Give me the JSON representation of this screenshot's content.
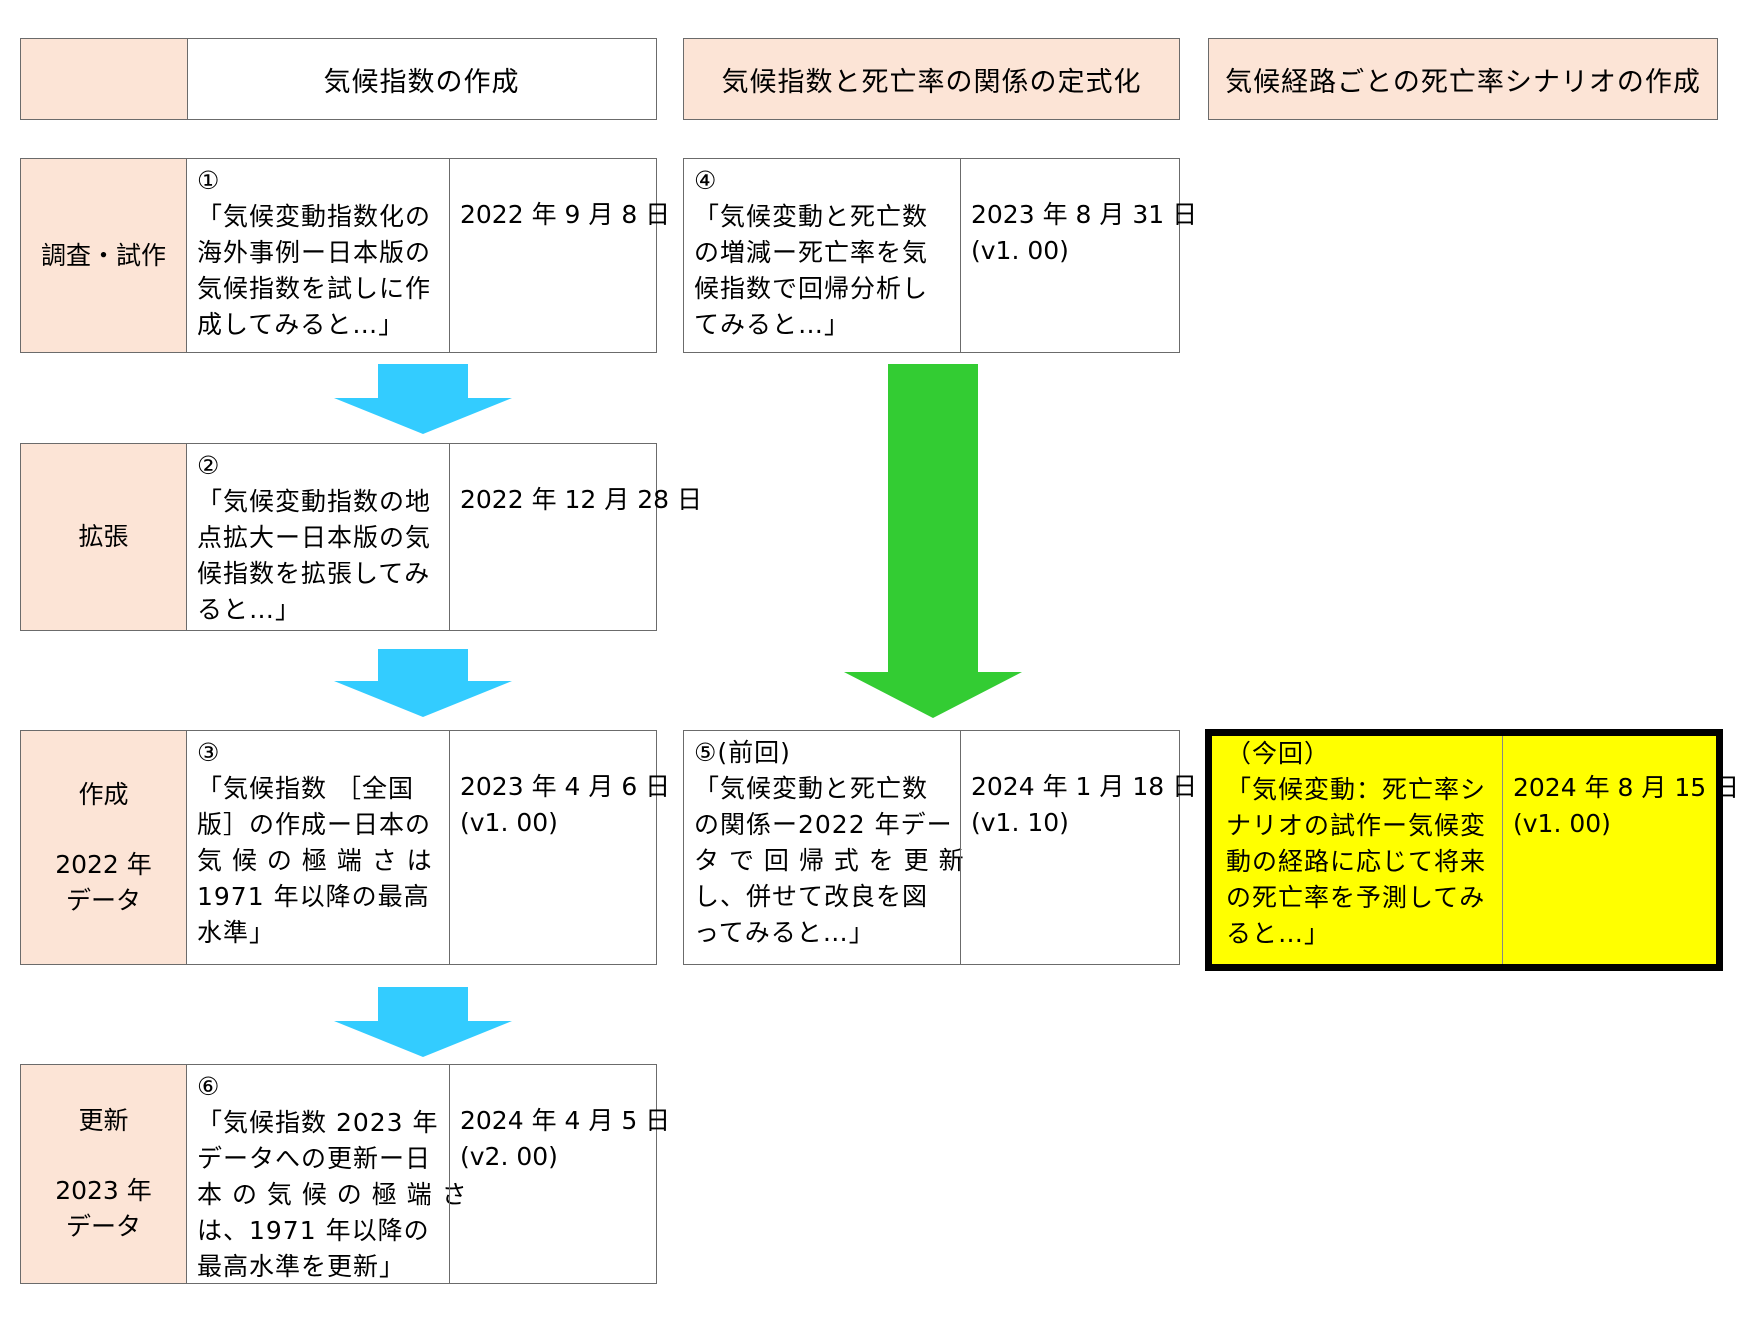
{
  "headers": {
    "col1": "気候指数の作成",
    "col2": "気候指数と死亡率の関係の定式化",
    "col3": "気候経路ごとの死亡率シナリオの作成"
  },
  "stages": {
    "s1": {
      "line1": "調査・試作"
    },
    "s2": {
      "line1": "拡張"
    },
    "s3": {
      "line1": "作成",
      "line2": "2022 年",
      "line3": "データ"
    },
    "s4": {
      "line1": "更新",
      "line2": "2023 年",
      "line3": "データ"
    }
  },
  "items": {
    "i1": {
      "lines": [
        "①",
        "「気候変動指数化の",
        "海外事例ー日本版の",
        "気候指数を試しに作",
        "成してみると…」"
      ],
      "date": "2022 年 9 月 8 日",
      "version": ""
    },
    "i2": {
      "lines": [
        "②",
        "「気候変動指数の地",
        "点拡大ー日本版の気",
        "候指数を拡張してみ",
        "ると…」"
      ],
      "date": "2022 年 12 月 28 日",
      "version": ""
    },
    "i3": {
      "lines": [
        "③",
        "「気候指数 ［全国",
        "版］の作成ー日本の",
        "気 候 の 極 端 さ は",
        "1971 年以降の最高",
        "水準」"
      ],
      "date": "2023 年 4 月 6 日",
      "version": "(v1. 00)"
    },
    "i4": {
      "lines": [
        "④",
        "「気候変動と死亡数",
        "の増減ー死亡率を気",
        "候指数で回帰分析し",
        "てみると…」"
      ],
      "date": "2023 年 8 月 31 日",
      "version": "(v1. 00)"
    },
    "i5": {
      "lines": [
        "⑤(前回)",
        "「気候変動と死亡数",
        "の関係ー2022 年デー",
        "タ で 回 帰 式 を 更 新",
        "し、併せて改良を図",
        "ってみると…」"
      ],
      "date": "2024 年 1 月 18 日",
      "version": "(v1. 10)"
    },
    "i6": {
      "lines": [
        "⑥",
        "「気候指数 2023 年",
        "データへの更新ー日",
        "本 の 気 候 の 極 端 さ",
        "は、1971 年以降の",
        "最高水準を更新」"
      ],
      "date": "2024 年 4 月 5 日",
      "version": "(v2. 00)"
    },
    "i7": {
      "lines": [
        "（今回）",
        "「気候変動：死亡率シ",
        "ナリオの試作ー気候変",
        "動の経路に応じて将来",
        "の死亡率を予測してみ",
        "ると…」"
      ],
      "date": "2024 年 8 月 15 日",
      "version": "(v1. 00)"
    }
  },
  "colors": {
    "stage_bg": "#fce4d6",
    "blue_arrow": "#33ccff",
    "green_arrow": "#33cc33",
    "highlight": "#ffff00"
  }
}
